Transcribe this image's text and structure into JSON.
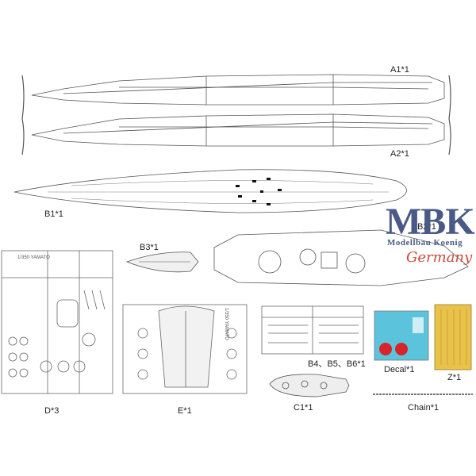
{
  "labels": {
    "a1": "A1*1",
    "a2": "A2*1",
    "b1": "B1*1",
    "b2": "B2*1",
    "b3": "B3*1",
    "d": "D*3",
    "e": "E*1",
    "b456": "B4、B5、B6*1",
    "c1": "C1*1",
    "decal": "Decal*1",
    "z": "Z*1",
    "chain": "Chain*1"
  },
  "sprue_tags": {
    "d_title": "1/350 YAMATO",
    "e_title": "1/350 YAMATO"
  },
  "logo": {
    "brand": "MBK",
    "line2": "Modellbau Koenig",
    "line3": "Germany",
    "colors": {
      "brand": "#4a5a86",
      "accent": "#c84a3a"
    }
  },
  "decal_colors": {
    "sheet": "#5cc3dc",
    "flag_red": "#d8232a"
  },
  "photo_etch_color": "#e9c24a"
}
